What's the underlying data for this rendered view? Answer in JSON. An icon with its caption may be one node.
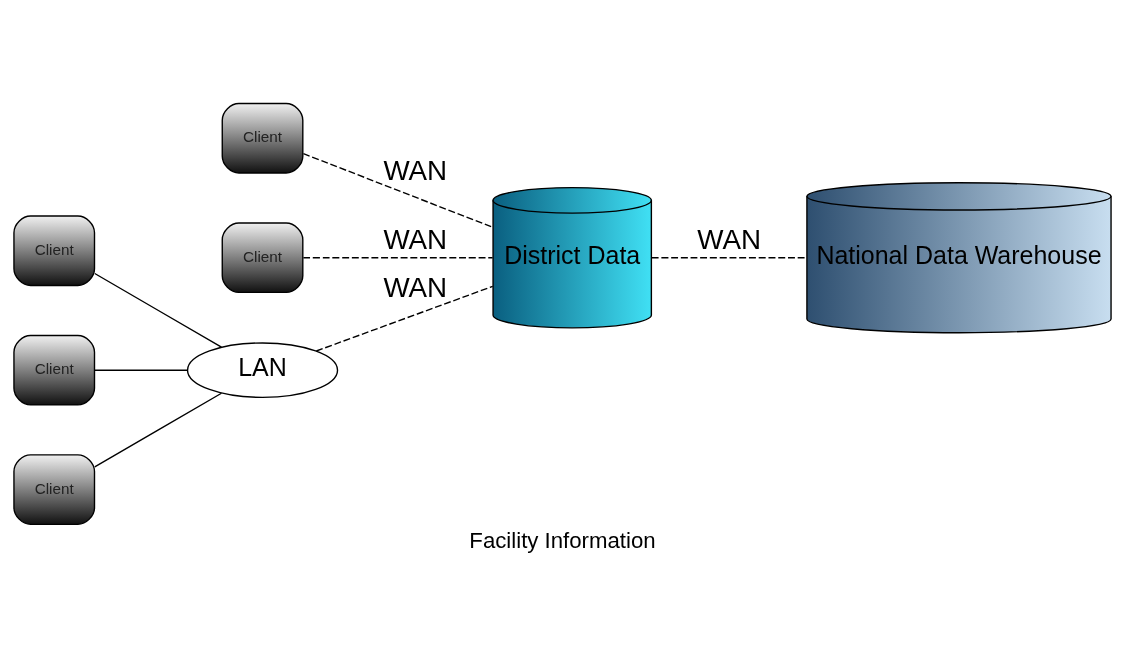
{
  "diagram": {
    "caption": "Facility Information",
    "nodes": [
      {
        "text": [
          "Client"
        ]
      },
      {
        "text": [
          "Client"
        ]
      },
      {
        "text": [
          "District Data"
        ]
      },
      {
        "text": [
          "National Data Warehouse"
        ]
      },
      {
        "text": [
          "LAN"
        ]
      },
      {
        "text": [
          "Client"
        ]
      },
      {
        "text": [
          "Client"
        ]
      },
      {
        "text": [
          "Client"
        ]
      }
    ],
    "edges": [
      {
        "from": 0,
        "to": 2,
        "arrow": "none",
        "label": "WAN",
        "style": "dashed"
      },
      {
        "from": 1,
        "to": 2,
        "arrow": "none",
        "label": "WAN",
        "style": "dashed"
      },
      {
        "from": 2,
        "to": 3,
        "arrow": "none",
        "label": "WAN",
        "style": "dashed"
      },
      {
        "from": 4,
        "to": 2,
        "arrow": "none",
        "label": "WAN",
        "style": "dashed"
      },
      {
        "from": 5,
        "to": 4,
        "arrow": "none"
      },
      {
        "from": 6,
        "to": 4,
        "arrow": "none"
      },
      {
        "from": 7,
        "to": 4,
        "arrow": "none"
      }
    ]
  }
}
